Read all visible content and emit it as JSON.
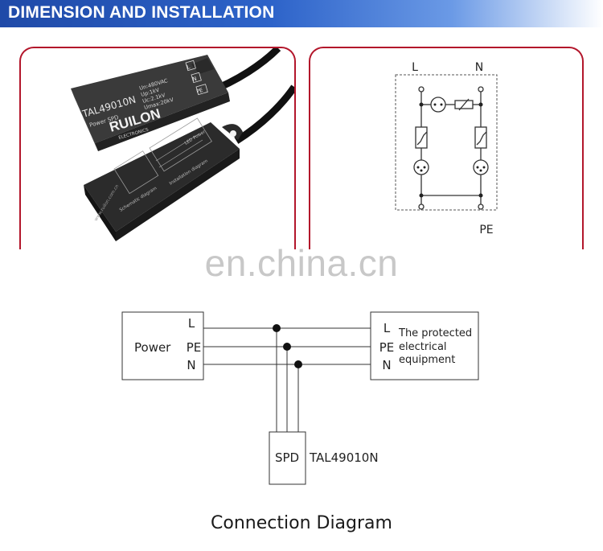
{
  "header": {
    "title": "DIMENSION AND INSTALLATION"
  },
  "product_photo": {
    "device_top": {
      "model": "TAL49010N",
      "subtitle": "Power SPD",
      "specs": [
        "Un:480VAC",
        "Up:1kV",
        "Uc:2.1kV",
        "Umax:20kV"
      ],
      "terminals": [
        "L",
        "N",
        "PE"
      ],
      "brand": "RUILON",
      "brand_sub": "ELECTRONICS"
    },
    "device_bottom": {
      "schematic_label": "Schematic diagram",
      "load_label": "LED Power",
      "install_label": "Installation diagram",
      "side_text": "www.ruilon.com.cn"
    }
  },
  "schematic": {
    "top_labels": [
      "L",
      "N"
    ],
    "bottom_label": "PE"
  },
  "watermark": "en.china.cn",
  "connection": {
    "power_box": {
      "label": "Power",
      "terminals": [
        "L",
        "PE",
        "N"
      ]
    },
    "equipment_box": {
      "terminals": [
        "L",
        "PE",
        "N"
      ],
      "description": [
        "The protected",
        "electrical",
        "equipment"
      ]
    },
    "spd_box": {
      "label": "SPD",
      "model": "TAL49010N"
    },
    "caption": "Connection Diagram"
  }
}
